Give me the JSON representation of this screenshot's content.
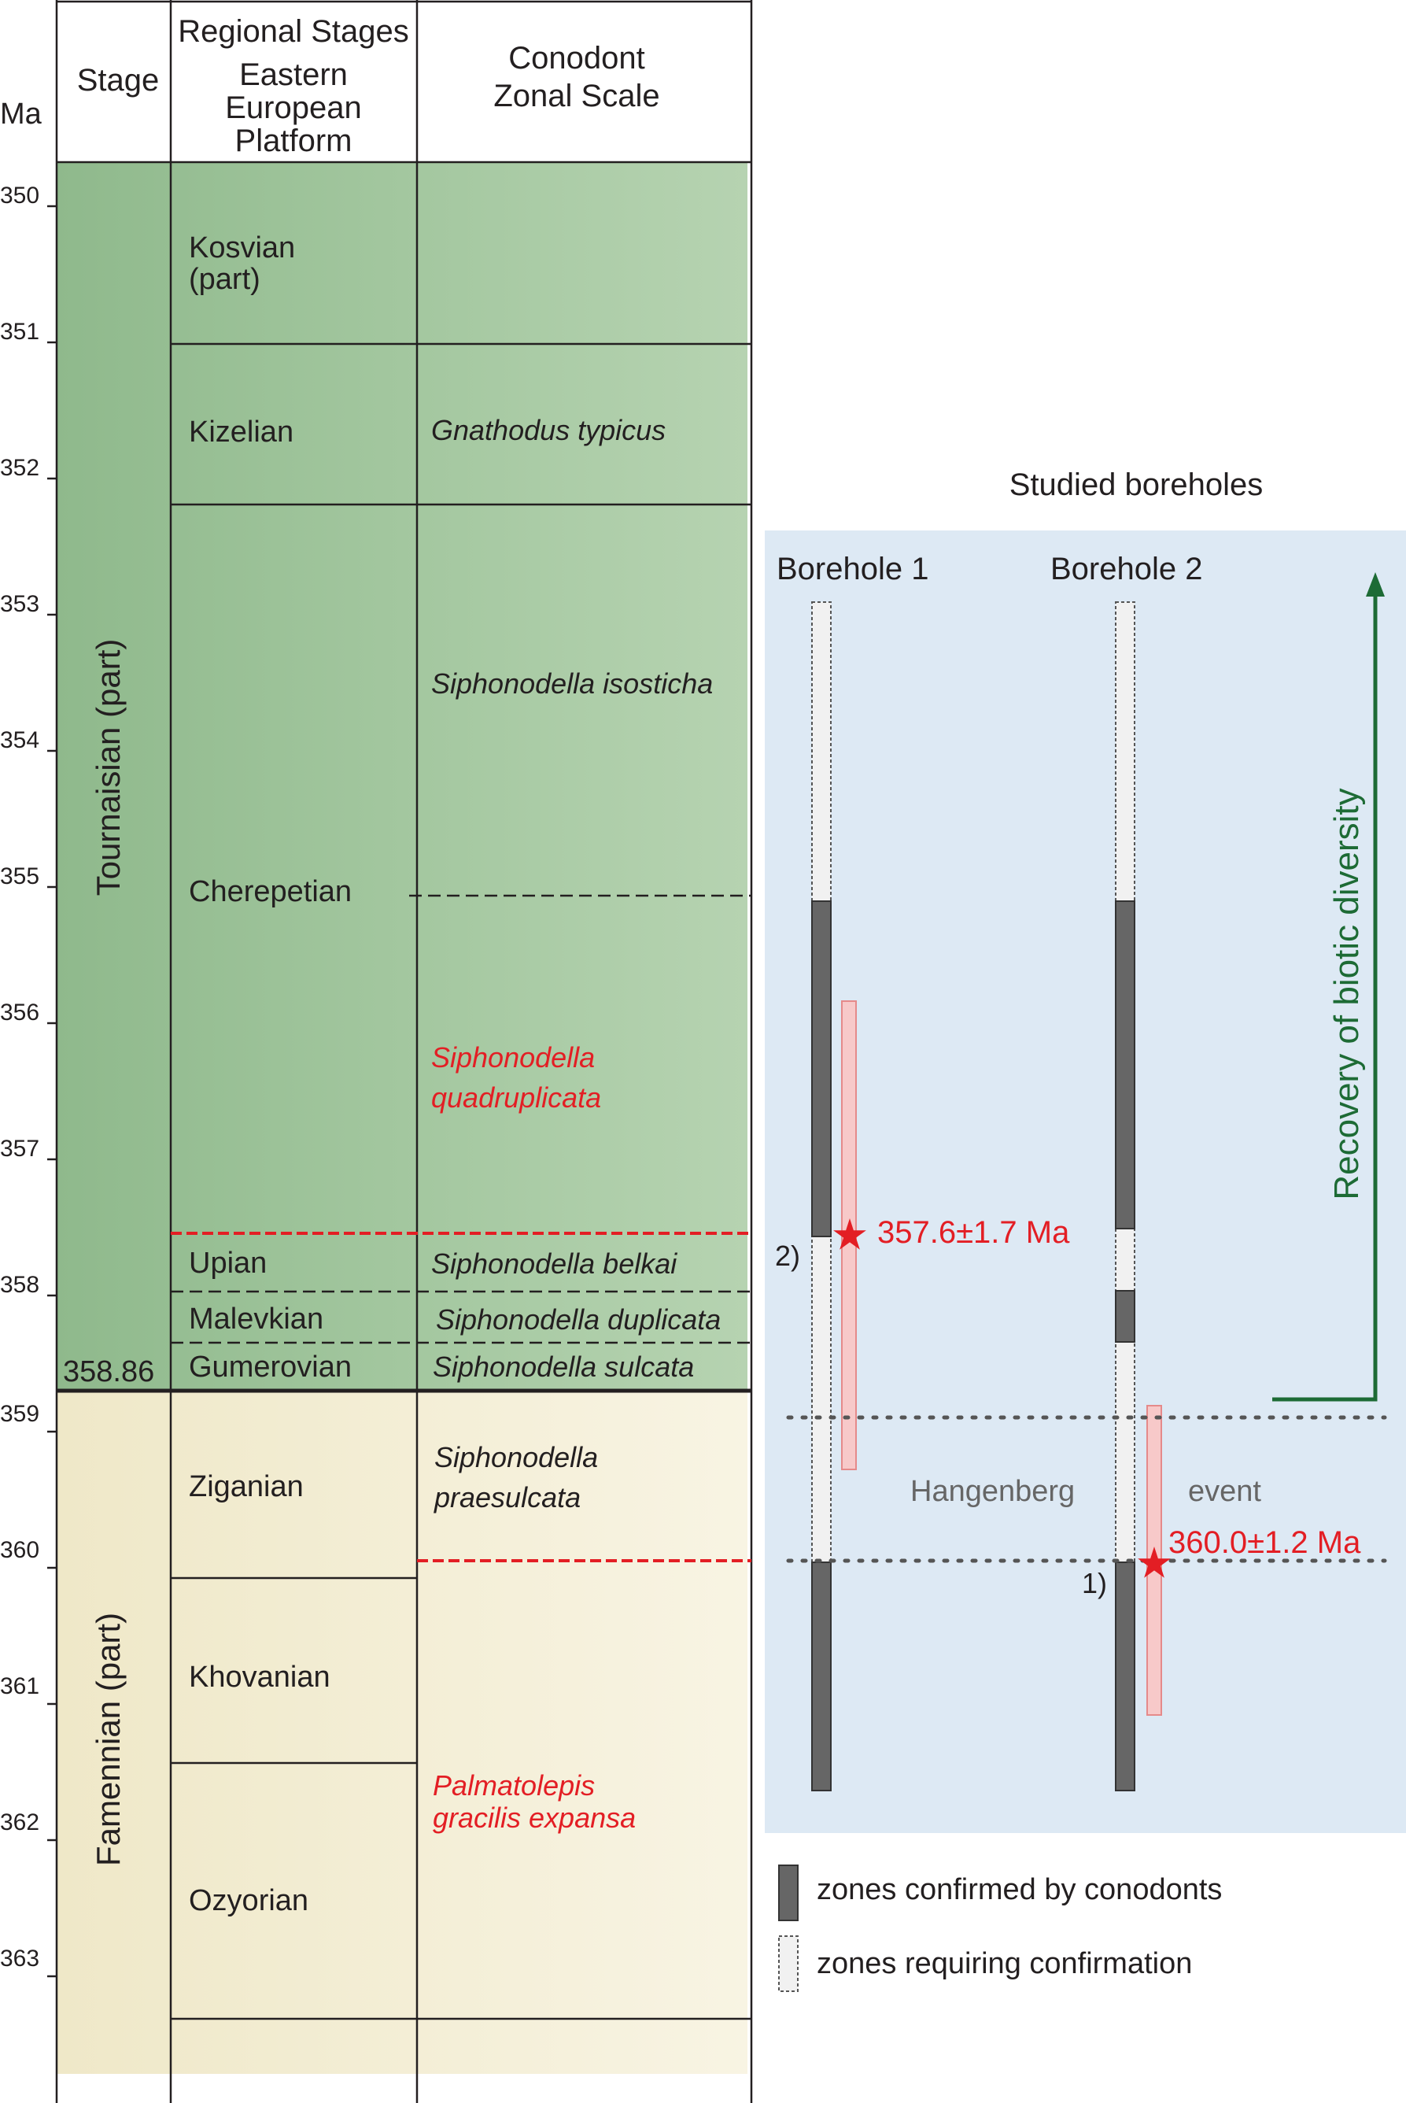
{
  "column_headers": {
    "ma": "Ma",
    "stage": "Stage",
    "regional": [
      "Regional Stages",
      "Eastern",
      "European",
      "Platform"
    ],
    "conodont": [
      "Conodont",
      "Zonal Scale"
    ]
  },
  "age_ticks": [
    "350",
    "351",
    "352",
    "353",
    "354",
    "355",
    "356",
    "357",
    "358",
    "359",
    "360",
    "361",
    "362",
    "363"
  ],
  "stages": {
    "tournaisian": "Tournaisian (part)",
    "famennian": "Famennian (part)",
    "boundary_age": "358.86"
  },
  "regional_stages": [
    {
      "name": [
        "Kosvian",
        "(part)"
      ]
    },
    {
      "name": [
        "Kizelian"
      ]
    },
    {
      "name": [
        "Cherepetian"
      ]
    },
    {
      "name": [
        "Upian"
      ]
    },
    {
      "name": [
        "Malevkian"
      ]
    },
    {
      "name": [
        "Gumerovian"
      ]
    },
    {
      "name": [
        "Ziganian"
      ]
    },
    {
      "name": [
        "Khovanian"
      ]
    },
    {
      "name": [
        "Ozyorian"
      ]
    }
  ],
  "conodont_zones": [
    {
      "name": [
        "Gnathodus typicus"
      ],
      "color": "#231f20"
    },
    {
      "name": [
        "Siphonodella isosticha"
      ],
      "color": "#231f20"
    },
    {
      "name": [
        "Siphonodella",
        "quadruplicata"
      ],
      "color": "#e31e24"
    },
    {
      "name": [
        "Siphonodella belkai"
      ],
      "color": "#231f20"
    },
    {
      "name": [
        "Siphonodella duplicata"
      ],
      "color": "#231f20"
    },
    {
      "name": [
        "Siphonodella sulcata"
      ],
      "color": "#231f20"
    },
    {
      "name": [
        "Siphonodella",
        "praesulcata"
      ],
      "color": "#231f20"
    },
    {
      "name": [
        "Palmatolepis",
        "gracilis expansa"
      ],
      "color": "#e31e24"
    }
  ],
  "boreholes": {
    "title": "Studied boreholes",
    "labels": [
      "Borehole 1",
      "Borehole 2"
    ],
    "dates": [
      "357.6±1.7 Ma",
      "360.0±1.2 Ma"
    ],
    "sample_marks": [
      "2)",
      "1)"
    ],
    "event_words": [
      "Hangenberg",
      "event"
    ],
    "recovery": "Recovery of biotic diversity"
  },
  "legend": {
    "confirmed": "zones confirmed by conodonts",
    "unconfirmed": "zones requiring confirmation"
  },
  "colors": {
    "tournaisian_green": "#9fc39b",
    "famennian_beige": "#f6f1dc",
    "panel_blue": "#dde9f4",
    "confirmed_zone": "#666666",
    "date_red": "#e31e24",
    "recovery_green": "#1d6b35"
  }
}
